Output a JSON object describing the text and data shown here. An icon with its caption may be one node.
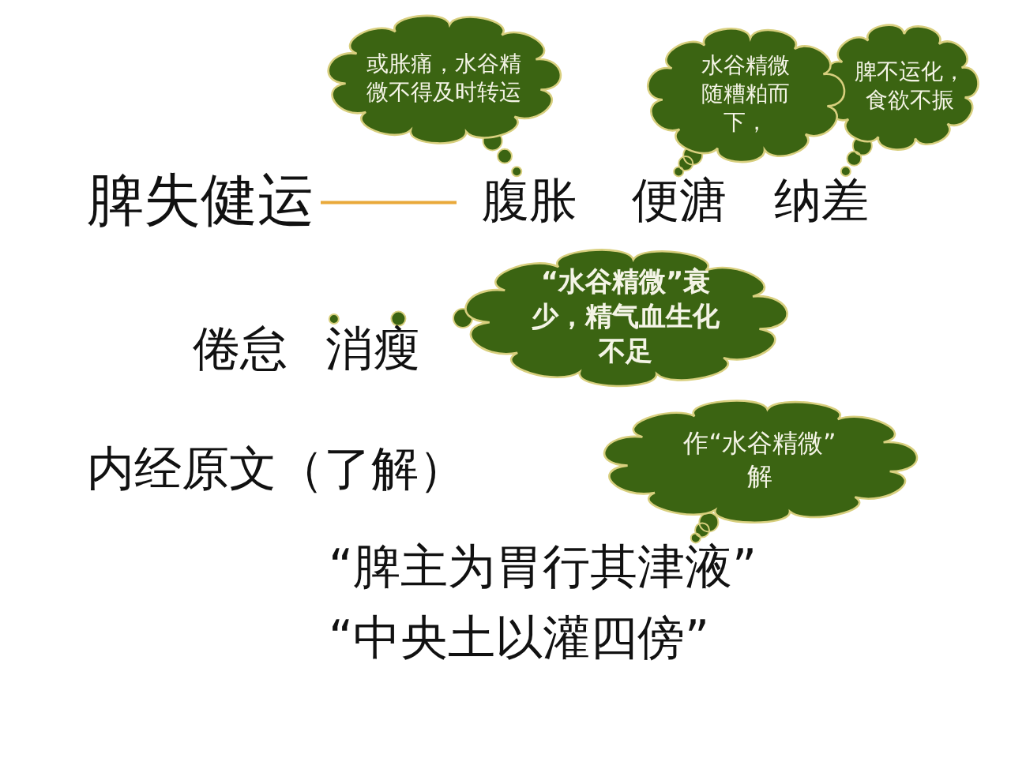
{
  "diagram": {
    "nodes": [
      {
        "text": [
          "或胀痛，水谷精微不得及时转运"
        ]
      },
      {
        "text": [
          "水谷精微随糟粕而下，"
        ]
      },
      {
        "text": [
          "脾不运化，食欲不振"
        ]
      },
      {
        "text": [
          "脾失健运"
        ]
      },
      {
        "text": [
          "腹胀"
        ]
      },
      {
        "text": [
          "便溏"
        ]
      },
      {
        "text": [
          "纳差"
        ]
      },
      {
        "text": [
          "“水谷精微”衰少，精气血生化不足"
        ]
      },
      {
        "text": [
          "倦怠",
          "消瘦"
        ]
      },
      {
        "text": [
          "作“水谷精微”解"
        ]
      },
      {
        "text": [
          "“脾主为胃行其津液”"
        ]
      }
    ],
    "edges": [
      {
        "from": 3,
        "to": 4,
        "arrow": "none",
        "color": "#e9a93a"
      },
      {
        "from": 0,
        "to": 4,
        "arrow": "none"
      },
      {
        "from": 1,
        "to": 5,
        "arrow": "none"
      },
      {
        "from": 2,
        "to": 6,
        "arrow": "none"
      },
      {
        "from": 7,
        "to": 8,
        "arrow": "none"
      },
      {
        "from": 9,
        "to": 10,
        "arrow": "none"
      }
    ],
    "labels": [
      "内经原文（了解）",
      "“中央土以灌四傍”"
    ]
  }
}
